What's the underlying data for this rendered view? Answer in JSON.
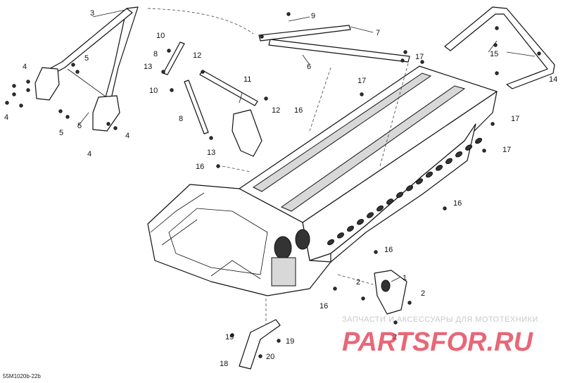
{
  "diagram": {
    "reference_code": "55M1020b-22b",
    "callouts": [
      {
        "id": "c1",
        "label": "1"
      },
      {
        "id": "c2a",
        "label": "2"
      },
      {
        "id": "c2b",
        "label": "2"
      },
      {
        "id": "c2c",
        "label": "2"
      },
      {
        "id": "c3",
        "label": "3"
      },
      {
        "id": "c4a",
        "label": "4"
      },
      {
        "id": "c4b",
        "label": "4"
      },
      {
        "id": "c4c",
        "label": "4"
      },
      {
        "id": "c4d",
        "label": "4"
      },
      {
        "id": "c5a",
        "label": "5"
      },
      {
        "id": "c5b",
        "label": "5"
      },
      {
        "id": "c5c",
        "label": "5"
      },
      {
        "id": "c6",
        "label": "6"
      },
      {
        "id": "c7",
        "label": "7"
      },
      {
        "id": "c8a",
        "label": "8"
      },
      {
        "id": "c8b",
        "label": "8"
      },
      {
        "id": "c9",
        "label": "9"
      },
      {
        "id": "c10a",
        "label": "10"
      },
      {
        "id": "c10b",
        "label": "10"
      },
      {
        "id": "c11",
        "label": "11"
      },
      {
        "id": "c12a",
        "label": "12"
      },
      {
        "id": "c12b",
        "label": "12"
      },
      {
        "id": "c13a",
        "label": "13"
      },
      {
        "id": "c13b",
        "label": "13"
      },
      {
        "id": "c14",
        "label": "14"
      },
      {
        "id": "c15",
        "label": "15"
      },
      {
        "id": "c16a",
        "label": "16"
      },
      {
        "id": "c16b",
        "label": "16"
      },
      {
        "id": "c16c",
        "label": "16"
      },
      {
        "id": "c16d",
        "label": "16"
      },
      {
        "id": "c16e",
        "label": "16"
      },
      {
        "id": "c17a",
        "label": "17"
      },
      {
        "id": "c17b",
        "label": "17"
      },
      {
        "id": "c17c",
        "label": "17"
      },
      {
        "id": "c17d",
        "label": "17"
      },
      {
        "id": "c18",
        "label": "18"
      },
      {
        "id": "c19a",
        "label": "19"
      },
      {
        "id": "c19b",
        "label": "19"
      },
      {
        "id": "c20",
        "label": "20"
      }
    ]
  },
  "watermark": {
    "tagline": "ЗАПЧАСТИ И АКСЕССУАРЫ ДЛЯ МОТОТЕХНИКИ",
    "logo_text": "PARTSFOR.RU",
    "logo_color": "#e0344a"
  }
}
